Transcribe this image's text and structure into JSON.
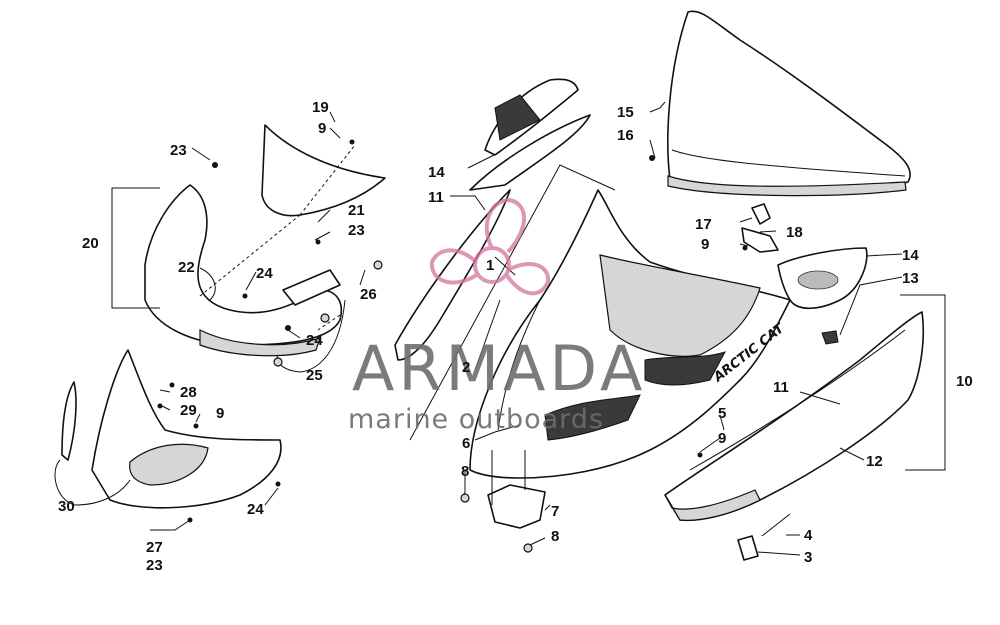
{
  "watermark": {
    "brand": "ARMADA",
    "tagline": "marine outboards"
  },
  "decal_text": "ARCTIC CAT",
  "callouts": [
    {
      "id": "c1",
      "text": "1"
    },
    {
      "id": "c2",
      "text": "2"
    },
    {
      "id": "c3",
      "text": "3"
    },
    {
      "id": "c4",
      "text": "4"
    },
    {
      "id": "c5",
      "text": "5"
    },
    {
      "id": "c6",
      "text": "6"
    },
    {
      "id": "c7",
      "text": "7"
    },
    {
      "id": "c8a",
      "text": "8"
    },
    {
      "id": "c8b",
      "text": "8"
    },
    {
      "id": "c9a",
      "text": "9"
    },
    {
      "id": "c9b",
      "text": "9"
    },
    {
      "id": "c9c",
      "text": "9"
    },
    {
      "id": "c9d",
      "text": "9"
    },
    {
      "id": "c10",
      "text": "10"
    },
    {
      "id": "c11a",
      "text": "11"
    },
    {
      "id": "c11b",
      "text": "11"
    },
    {
      "id": "c12",
      "text": "12"
    },
    {
      "id": "c13",
      "text": "13"
    },
    {
      "id": "c14a",
      "text": "14"
    },
    {
      "id": "c14b",
      "text": "14"
    },
    {
      "id": "c15",
      "text": "15"
    },
    {
      "id": "c16",
      "text": "16"
    },
    {
      "id": "c17",
      "text": "17"
    },
    {
      "id": "c18",
      "text": "18"
    },
    {
      "id": "c19",
      "text": "19"
    },
    {
      "id": "c20",
      "text": "20"
    },
    {
      "id": "c21",
      "text": "21"
    },
    {
      "id": "c22",
      "text": "22"
    },
    {
      "id": "c23a",
      "text": "23"
    },
    {
      "id": "c23b",
      "text": "23"
    },
    {
      "id": "c23c",
      "text": "23"
    },
    {
      "id": "c24a",
      "text": "24"
    },
    {
      "id": "c24b",
      "text": "24"
    },
    {
      "id": "c24c",
      "text": "24"
    },
    {
      "id": "c25",
      "text": "25"
    },
    {
      "id": "c26",
      "text": "26"
    },
    {
      "id": "c27",
      "text": "27"
    },
    {
      "id": "c28",
      "text": "28"
    },
    {
      "id": "c29",
      "text": "29"
    },
    {
      "id": "c30",
      "text": "30"
    }
  ]
}
